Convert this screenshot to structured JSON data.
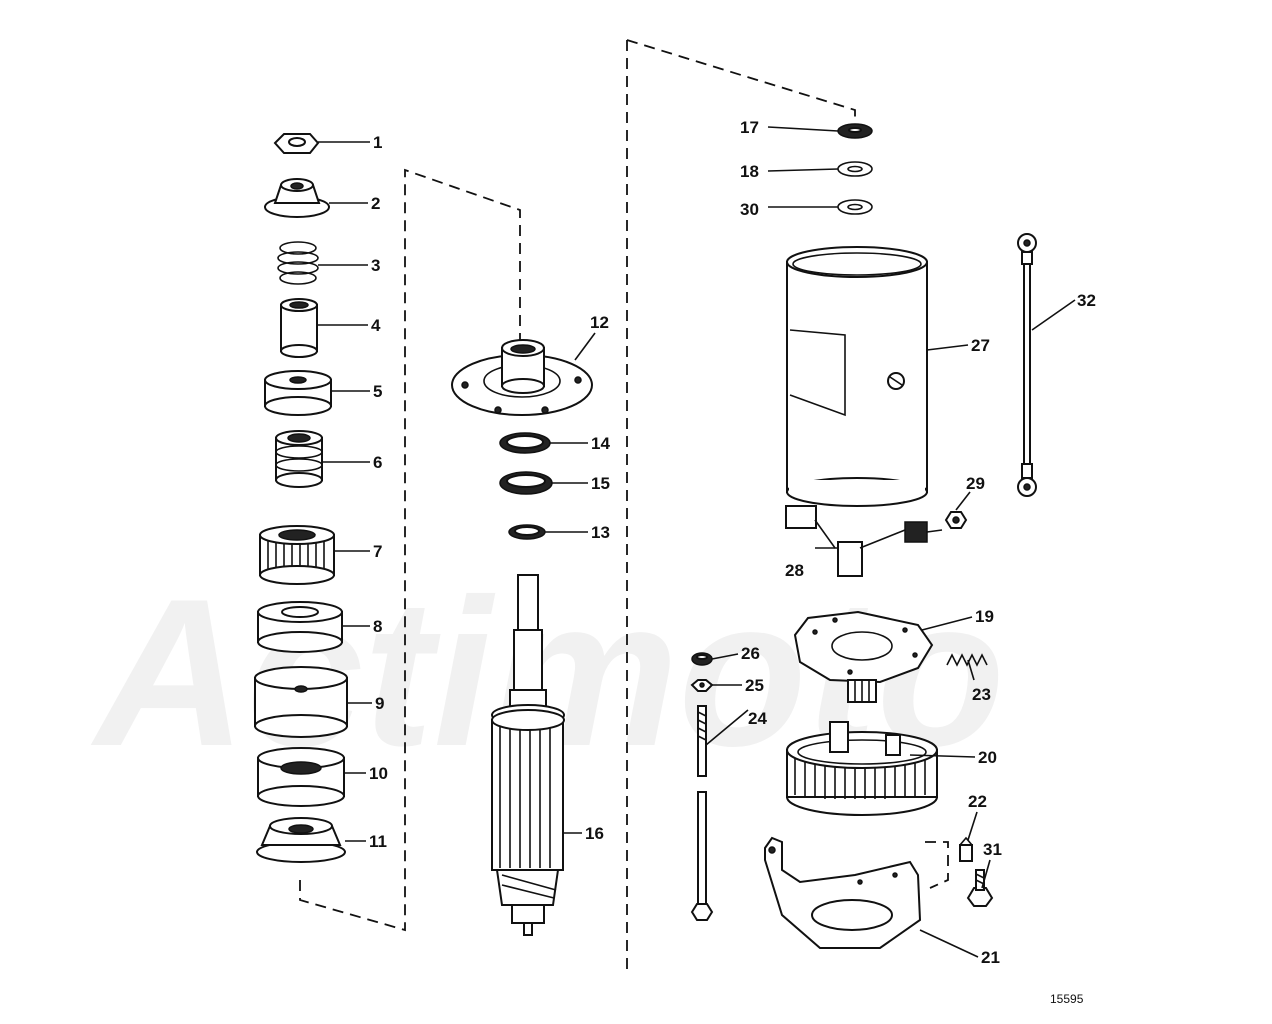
{
  "diagram": {
    "drawing_number": "15595",
    "watermark": "Actimoto",
    "callouts": [
      {
        "id": "1",
        "label": "1"
      },
      {
        "id": "2",
        "label": "2"
      },
      {
        "id": "3",
        "label": "3"
      },
      {
        "id": "4",
        "label": "4"
      },
      {
        "id": "5",
        "label": "5"
      },
      {
        "id": "6",
        "label": "6"
      },
      {
        "id": "7",
        "label": "7"
      },
      {
        "id": "8",
        "label": "8"
      },
      {
        "id": "9",
        "label": "9"
      },
      {
        "id": "10",
        "label": "10"
      },
      {
        "id": "11",
        "label": "11"
      },
      {
        "id": "12",
        "label": "12"
      },
      {
        "id": "13",
        "label": "13"
      },
      {
        "id": "14",
        "label": "14"
      },
      {
        "id": "15",
        "label": "15"
      },
      {
        "id": "16",
        "label": "16"
      },
      {
        "id": "17",
        "label": "17"
      },
      {
        "id": "18",
        "label": "18"
      },
      {
        "id": "19",
        "label": "19"
      },
      {
        "id": "20",
        "label": "20"
      },
      {
        "id": "21",
        "label": "21"
      },
      {
        "id": "22",
        "label": "22"
      },
      {
        "id": "23",
        "label": "23"
      },
      {
        "id": "24",
        "label": "24"
      },
      {
        "id": "25",
        "label": "25"
      },
      {
        "id": "26",
        "label": "26"
      },
      {
        "id": "27",
        "label": "27"
      },
      {
        "id": "28",
        "label": "28"
      },
      {
        "id": "29",
        "label": "29"
      },
      {
        "id": "30",
        "label": "30"
      },
      {
        "id": "31",
        "label": "31"
      },
      {
        "id": "32",
        "label": "32"
      }
    ]
  }
}
